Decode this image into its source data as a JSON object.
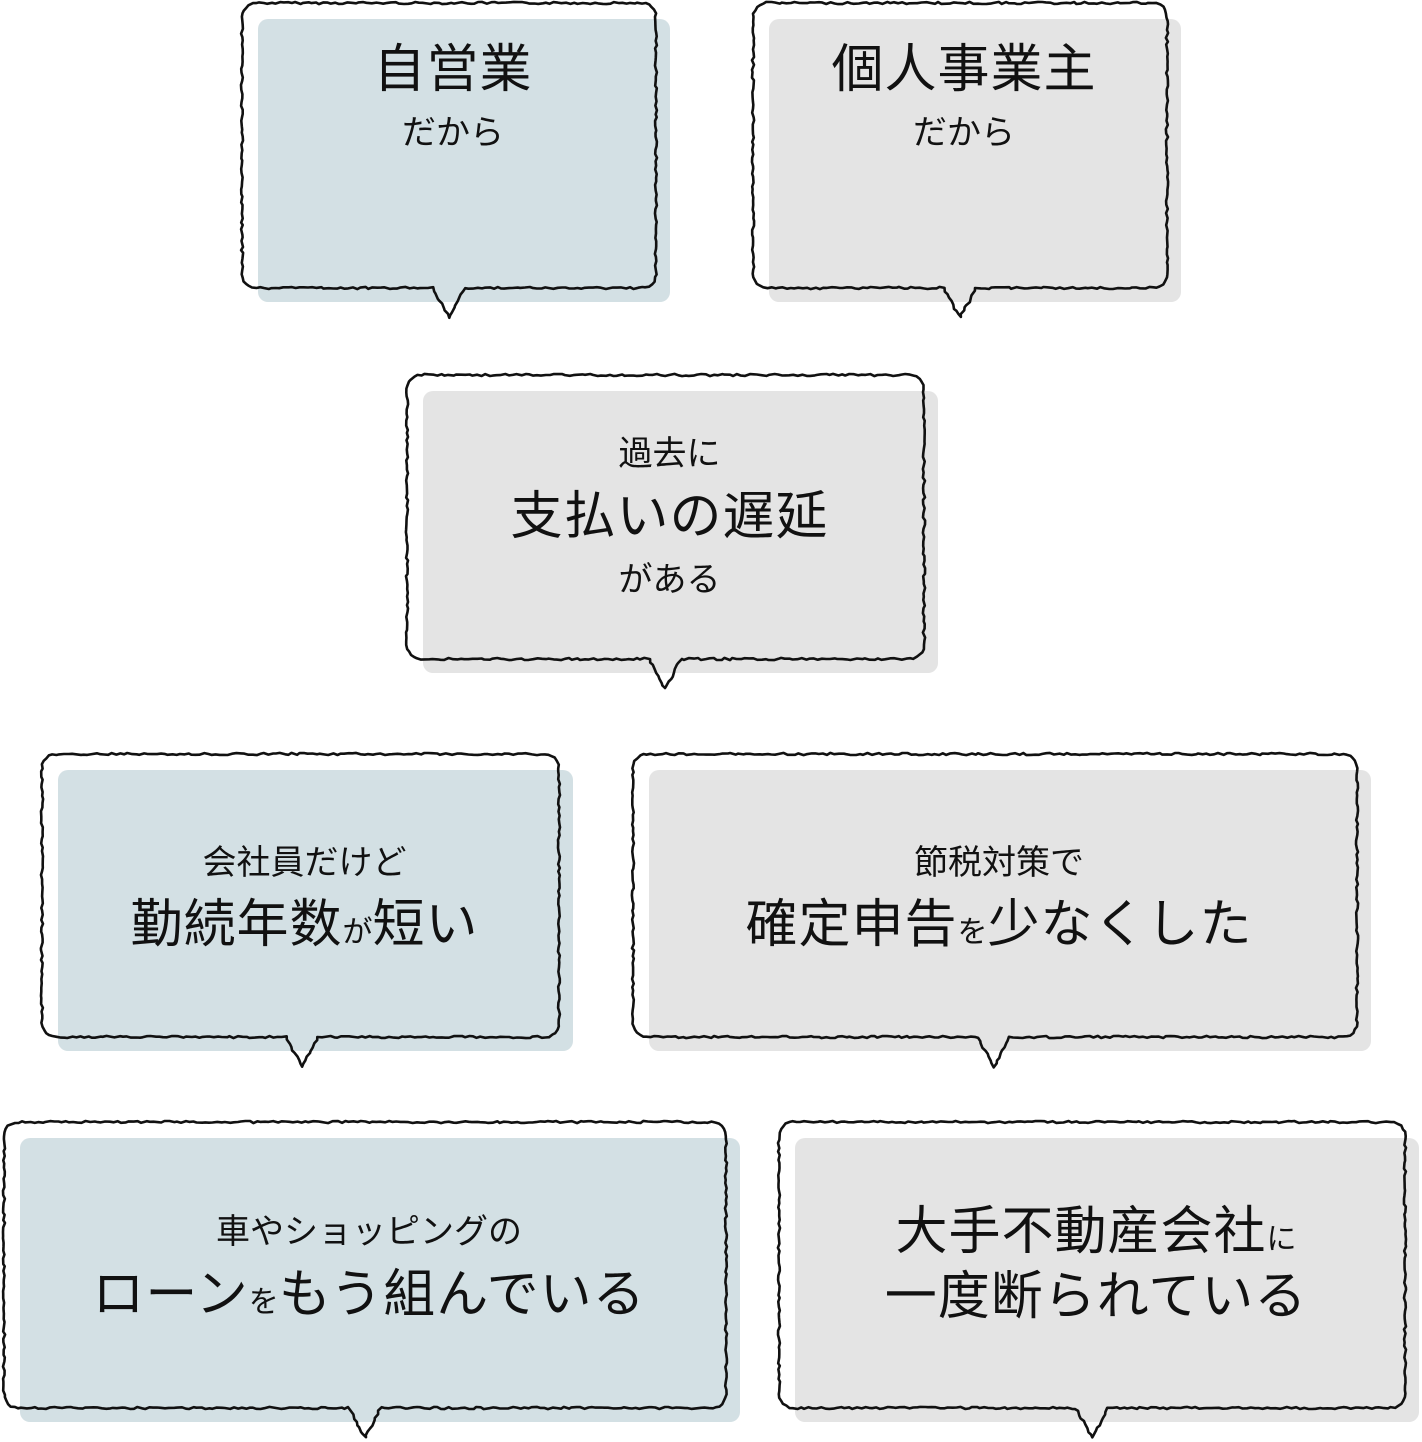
{
  "colors": {
    "blue": "#d3e0e4",
    "gray": "#e4e4e4",
    "outline": "#111111"
  },
  "bubbles": [
    {
      "id": "self-employed",
      "color": "blue",
      "lines": [
        {
          "parts": [
            {
              "text": "自営業",
              "size": "big"
            }
          ]
        },
        {
          "parts": [
            {
              "text": "だから",
              "size": "small"
            }
          ]
        }
      ]
    },
    {
      "id": "sole-proprietor",
      "color": "gray",
      "lines": [
        {
          "parts": [
            {
              "text": "個人事業主",
              "size": "big"
            }
          ]
        },
        {
          "parts": [
            {
              "text": "だから",
              "size": "small"
            }
          ]
        }
      ]
    },
    {
      "id": "late-payment",
      "color": "gray",
      "lines": [
        {
          "parts": [
            {
              "text": "過去に",
              "size": "small"
            }
          ]
        },
        {
          "parts": [
            {
              "text": "支払いの遅延",
              "size": "big"
            }
          ]
        },
        {
          "parts": [
            {
              "text": "がある",
              "size": "small"
            }
          ]
        }
      ]
    },
    {
      "id": "short-employment",
      "color": "blue",
      "lines": [
        {
          "parts": [
            {
              "text": "会社員だけど",
              "size": "small"
            }
          ]
        },
        {
          "parts": [
            {
              "text": "勤続年数",
              "size": "big"
            },
            {
              "text": "が",
              "size": "small"
            },
            {
              "text": "短い",
              "size": "big"
            }
          ]
        }
      ]
    },
    {
      "id": "tax-return",
      "color": "gray",
      "lines": [
        {
          "parts": [
            {
              "text": "節税対策で",
              "size": "small"
            }
          ]
        },
        {
          "parts": [
            {
              "text": "確定申告",
              "size": "big"
            },
            {
              "text": "を",
              "size": "small"
            },
            {
              "text": "少なくした",
              "size": "big"
            }
          ]
        }
      ]
    },
    {
      "id": "existing-loan",
      "color": "blue",
      "lines": [
        {
          "parts": [
            {
              "text": "車やショッピングの",
              "size": "small"
            }
          ]
        },
        {
          "parts": [
            {
              "text": "ローン",
              "size": "big"
            },
            {
              "text": "を",
              "size": "small"
            },
            {
              "text": "もう組んでいる",
              "size": "big"
            }
          ]
        }
      ]
    },
    {
      "id": "rejected-before",
      "color": "gray",
      "lines": [
        {
          "parts": [
            {
              "text": "大手不動産会社",
              "size": "big"
            },
            {
              "text": "に",
              "size": "small"
            }
          ]
        },
        {
          "parts": [
            {
              "text": "一度断られている",
              "size": "big"
            }
          ]
        }
      ]
    }
  ]
}
